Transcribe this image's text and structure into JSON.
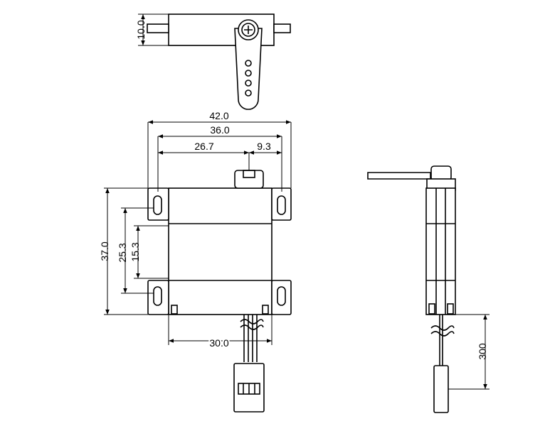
{
  "dimensions": {
    "top_height": "10.0",
    "overall_width": "42.0",
    "hole_spacing": "36.0",
    "left_to_shaft": "26.7",
    "shaft_to_right": "9.3",
    "overall_height": "37.0",
    "hole_vertical_spacing": "25.3",
    "inner_height": "15.3",
    "body_width": "30.0",
    "lead_length": "300"
  }
}
